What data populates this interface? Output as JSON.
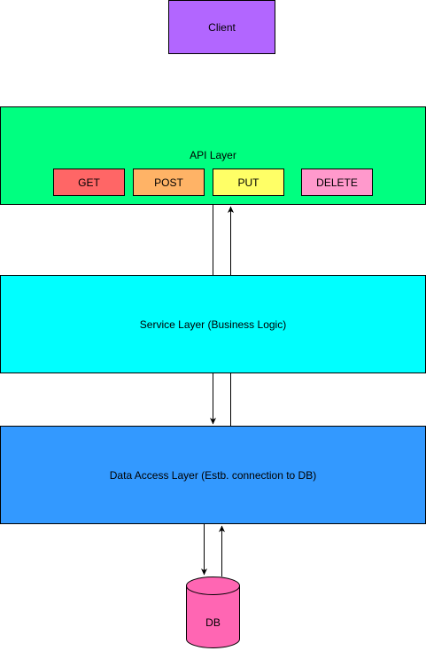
{
  "client": {
    "label": "Client"
  },
  "api_layer": {
    "label": "API Layer",
    "methods": [
      {
        "label": "GET"
      },
      {
        "label": "POST"
      },
      {
        "label": "PUT"
      },
      {
        "label": "DELETE"
      }
    ]
  },
  "service_layer": {
    "label": "Service Layer (Business Logic)"
  },
  "data_access_layer": {
    "label": "Data Access Layer (Estb. connection to DB)"
  },
  "database": {
    "label": "DB"
  },
  "colors": {
    "client": "#b266ff",
    "api_layer": "#00ff80",
    "get": "#ff6666",
    "post": "#ffb366",
    "put": "#ffff66",
    "delete": "#ff99cc",
    "service_layer": "#00ffff",
    "data_access_layer": "#3399ff",
    "database": "#ff66b3"
  }
}
